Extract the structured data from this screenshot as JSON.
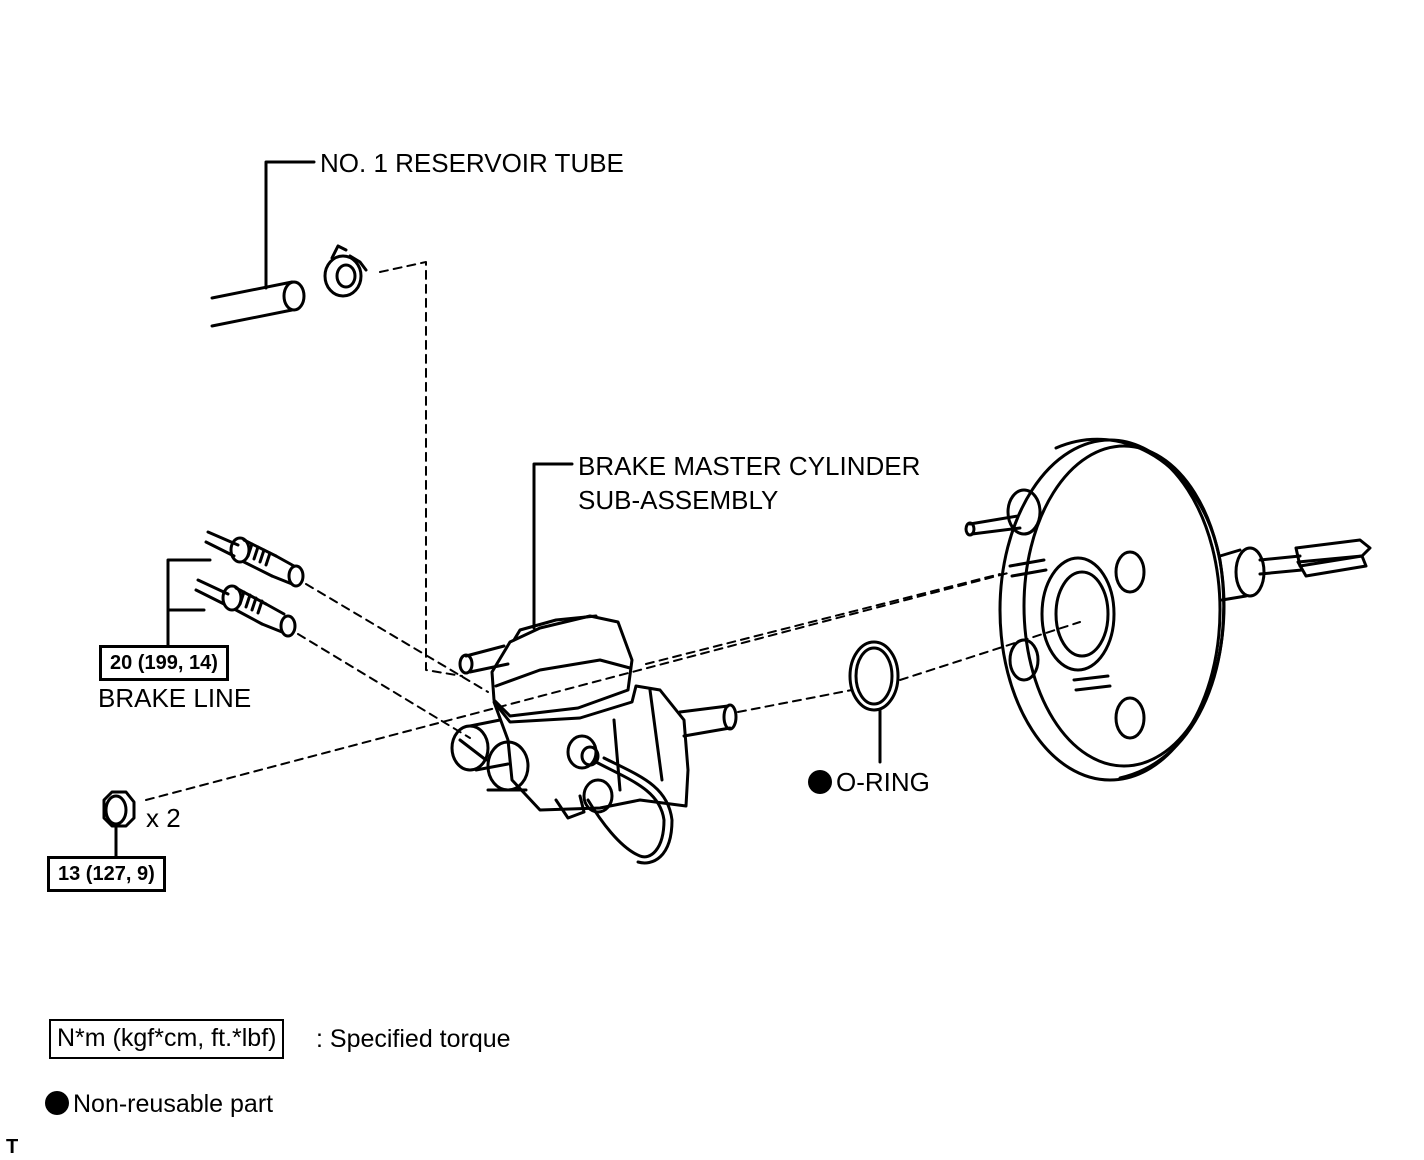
{
  "labels": {
    "reservoir_tube": "NO. 1 RESERVOIR TUBE",
    "master_cylinder_line1": "BRAKE MASTER CYLINDER",
    "master_cylinder_line2": "SUB-ASSEMBLY",
    "brake_line": "BRAKE LINE",
    "o_ring": "O-RING",
    "nut_qty": "x 2"
  },
  "torque": {
    "brake_line": "20 (199, 14)",
    "nut": "13 (127, 9)"
  },
  "legend": {
    "torque_units": "N*m (kgf*cm, ft.*lbf)",
    "torque_desc": ": Specified torque",
    "non_reusable": "Non-reusable part"
  },
  "corner_mark": "T",
  "icons": {
    "non_reusable": "filled-circle-icon"
  },
  "colors": {
    "ink": "#000000",
    "paper": "#ffffff"
  }
}
